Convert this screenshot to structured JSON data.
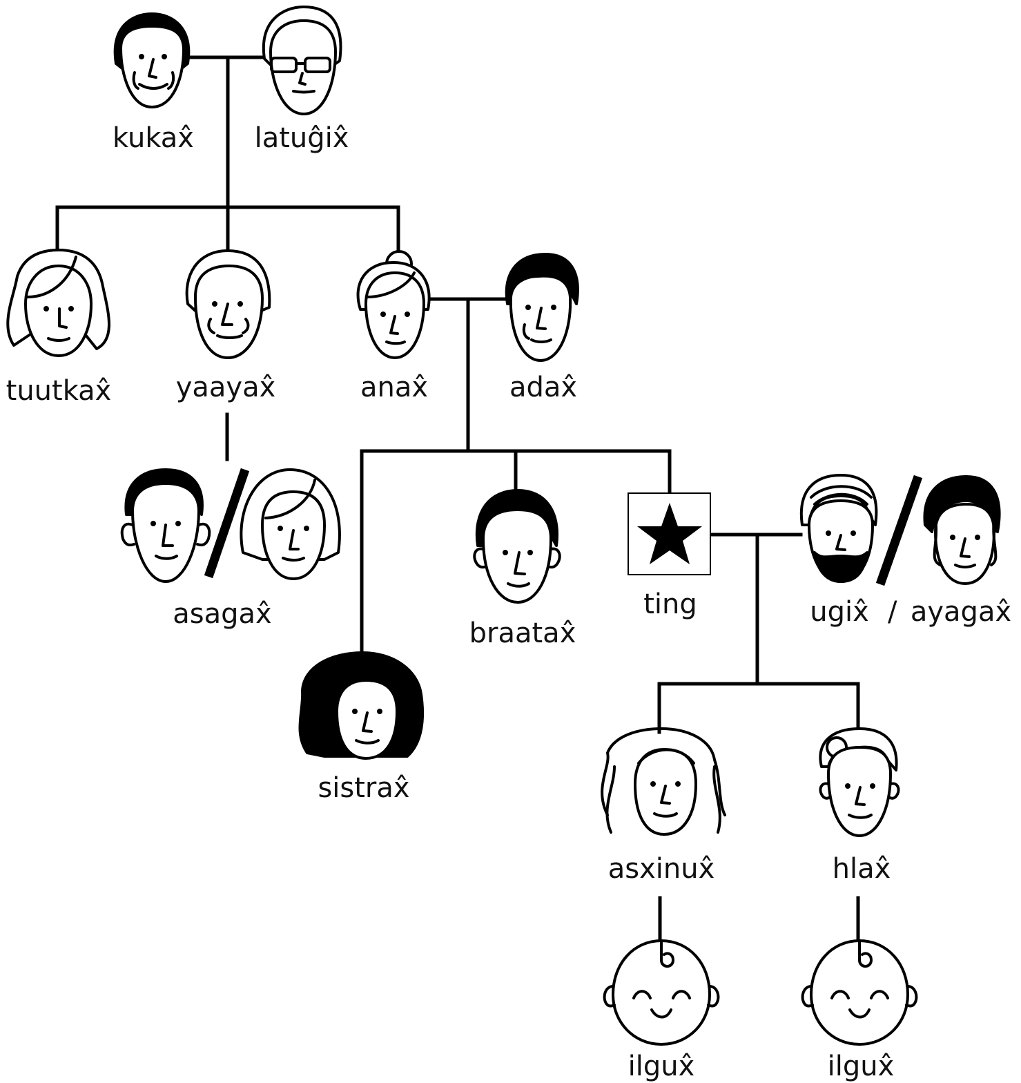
{
  "people": {
    "kukax": "kukax̂",
    "latugix": "latuĝix̂",
    "tuutkax": "tuutkax̂",
    "yaayax": "yaayax̂",
    "anax": "anax̂",
    "adax": "adax̂",
    "asagax": "asagax̂",
    "braatax": "braatax̂",
    "ting": "ting",
    "ugix": "ugix̂",
    "ayagax": "ayagax̂",
    "sistrax": "sistrax̂",
    "asxinux": "asxinux̂",
    "hlax": "hlax̂",
    "ilgux_1": "ilgux̂",
    "ilgux_2": "ilgux̂"
  },
  "separator": "/"
}
